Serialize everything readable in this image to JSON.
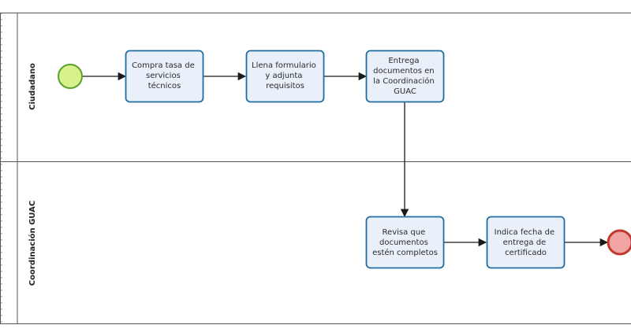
{
  "diagram": {
    "pool_side_text": "",
    "lanes": [
      {
        "id": "ciudadano",
        "label": "Ciudadano"
      },
      {
        "id": "guac",
        "label": "Coordinación GUAC"
      }
    ],
    "tasks": [
      {
        "id": "t1",
        "lines": [
          "Compra tasa de",
          "servicios",
          "técnicos"
        ]
      },
      {
        "id": "t2",
        "lines": [
          "Llena formulario",
          "y adjunta",
          "requisitos"
        ]
      },
      {
        "id": "t3",
        "lines": [
          "Entrega",
          "documentos en",
          "la Coordinación",
          "GUAC"
        ]
      },
      {
        "id": "t4",
        "lines": [
          "Revisa que",
          "documentos",
          "estén completos"
        ]
      },
      {
        "id": "t5",
        "lines": [
          "Indica fecha de",
          "entrega de",
          "certificado"
        ]
      }
    ],
    "events": [
      {
        "id": "start",
        "type": "start"
      },
      {
        "id": "end",
        "type": "end"
      }
    ],
    "flows": [
      {
        "from": "start",
        "to": "t1"
      },
      {
        "from": "t1",
        "to": "t2"
      },
      {
        "from": "t2",
        "to": "t3"
      },
      {
        "from": "t3",
        "to": "t4"
      },
      {
        "from": "t4",
        "to": "t5"
      },
      {
        "from": "t5",
        "to": "end"
      }
    ],
    "colors": {
      "task_fill": "#eaf0fa",
      "task_stroke": "#1f6ea0",
      "start_fill": "#d7f28a",
      "start_stroke": "#5aa02c",
      "end_fill": "#f2a3a3",
      "end_stroke": "#c0392b",
      "lane_border": "#555555",
      "flow_line": "#1a1a1a"
    }
  }
}
